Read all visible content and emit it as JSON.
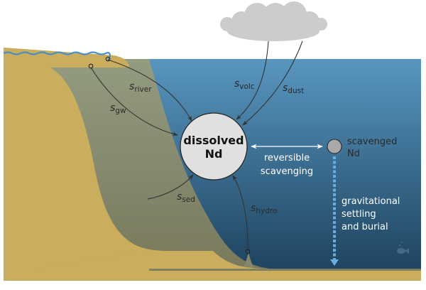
{
  "diagram": {
    "title": "Marine neodymium (Nd) cycle",
    "colors": {
      "land": "#cbad5e",
      "shelf_sediment": "#8c9277",
      "ocean_top": "#5693bb",
      "ocean_bottom": "#1e4561",
      "cloud": "#cccccc",
      "river_line": "#4a90c8",
      "settling_arrow": "#6aaee0",
      "arrow_dark": "#333333",
      "circle_fill": "#e0e0e0"
    },
    "central_pool": {
      "line1": "dissolved",
      "line2": "Nd"
    },
    "scavenged_pool": {
      "line1": "scavenged",
      "line2": "Nd"
    },
    "exchange": {
      "line1": "reversible",
      "line2": "scavenging"
    },
    "sink": {
      "line1": "gravitational",
      "line2": "settling",
      "line3": "and burial"
    },
    "sources": [
      {
        "id": "river",
        "symbol": "s",
        "subscript": "river"
      },
      {
        "id": "gw",
        "symbol": "s",
        "subscript": "gw"
      },
      {
        "id": "volc",
        "symbol": "s",
        "subscript": "volc"
      },
      {
        "id": "dust",
        "symbol": "s",
        "subscript": "dust"
      },
      {
        "id": "sed",
        "symbol": "s",
        "subscript": "sed"
      },
      {
        "id": "hydro",
        "symbol": "s",
        "subscript": "hydro"
      }
    ],
    "icons": [
      "cloud-icon",
      "fish-icon"
    ]
  }
}
